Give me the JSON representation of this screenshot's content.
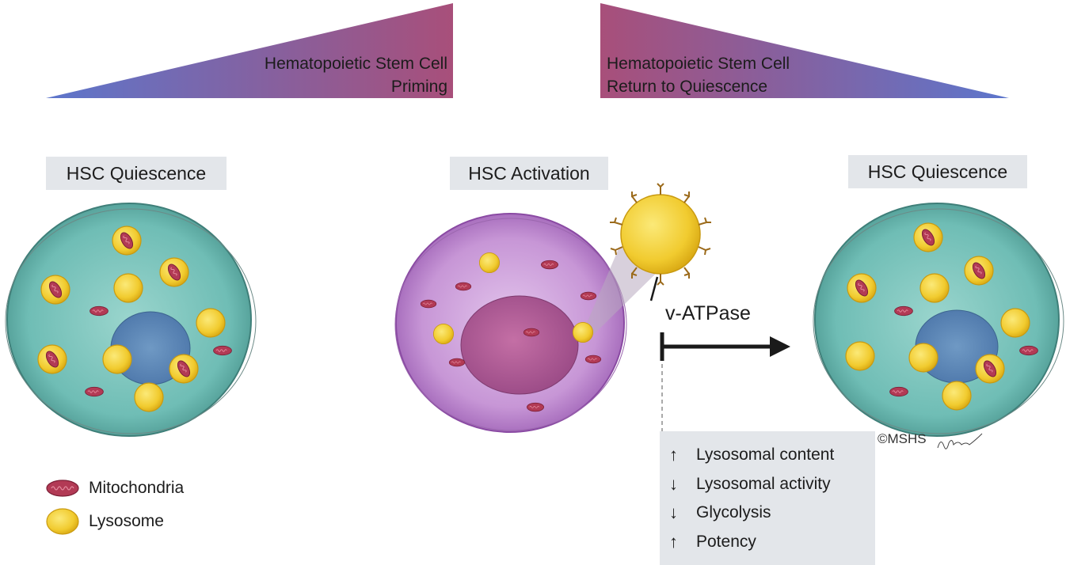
{
  "wedges": {
    "left": {
      "line1": "Hematopoietic Stem Cell",
      "line2": "Priming"
    },
    "right": {
      "line1": "Hematopoietic Stem Cell",
      "line2": "Return to Quiescence"
    }
  },
  "cells": {
    "quiescence_left": "HSC Quiescence",
    "activation": "HSC Activation",
    "quiescence_right": "HSC Quiescence"
  },
  "vatpase": "v-ATPase",
  "effects": [
    {
      "arrow": "up-arrow",
      "text": "Lysosomal content"
    },
    {
      "arrow": "down-arrow",
      "text": "Lysosomal activity"
    },
    {
      "arrow": "down-arrow",
      "text": "Glycolysis"
    },
    {
      "arrow": "up-arrow",
      "text": "Potency"
    }
  ],
  "legend": {
    "mitochondria": "Mitochondria",
    "lysosome": "Lysosome"
  },
  "copyright": "©MSHS",
  "colors": {
    "wedge_start": "#5b73c8",
    "wedge_end": "#a8507a",
    "quiescent_cell": "#7fc6bf",
    "active_cell": "#c18ed3",
    "lysosome": "#f2cf3a",
    "mitochondria": "#b23a55",
    "label_bg": "#e3e6ea"
  }
}
